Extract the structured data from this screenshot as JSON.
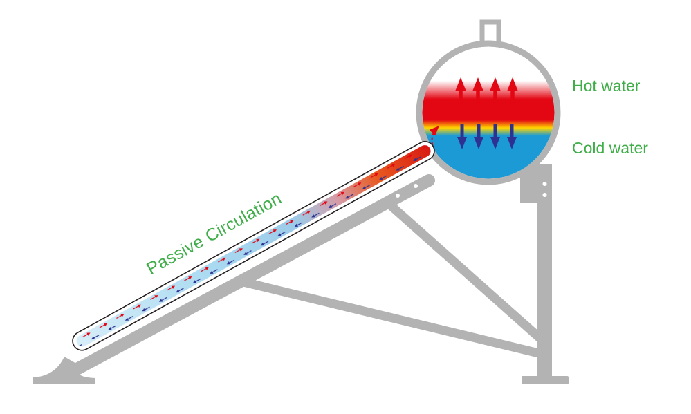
{
  "diagram": {
    "labels": {
      "hot_water": "Hot water",
      "cold_water": "Cold water",
      "passive_circulation": "Passive Circulation"
    },
    "colors": {
      "label_green": "#3fae49",
      "frame_gray": "#b3b3b3",
      "hot_red": "#e30613",
      "warm_yellow": "#ffd500",
      "tank_cold_blue": "#1b9ad6",
      "tube_cold_blue": "#aadaf1",
      "tube_hot_orange": "#e85a1f",
      "arrow_dark_blue": "#2e3192",
      "tube_outline": "#231f20",
      "background": "#ffffff"
    },
    "tank": {
      "hot_up_arrow_count": 4,
      "cold_down_arrow_count": 4
    }
  }
}
